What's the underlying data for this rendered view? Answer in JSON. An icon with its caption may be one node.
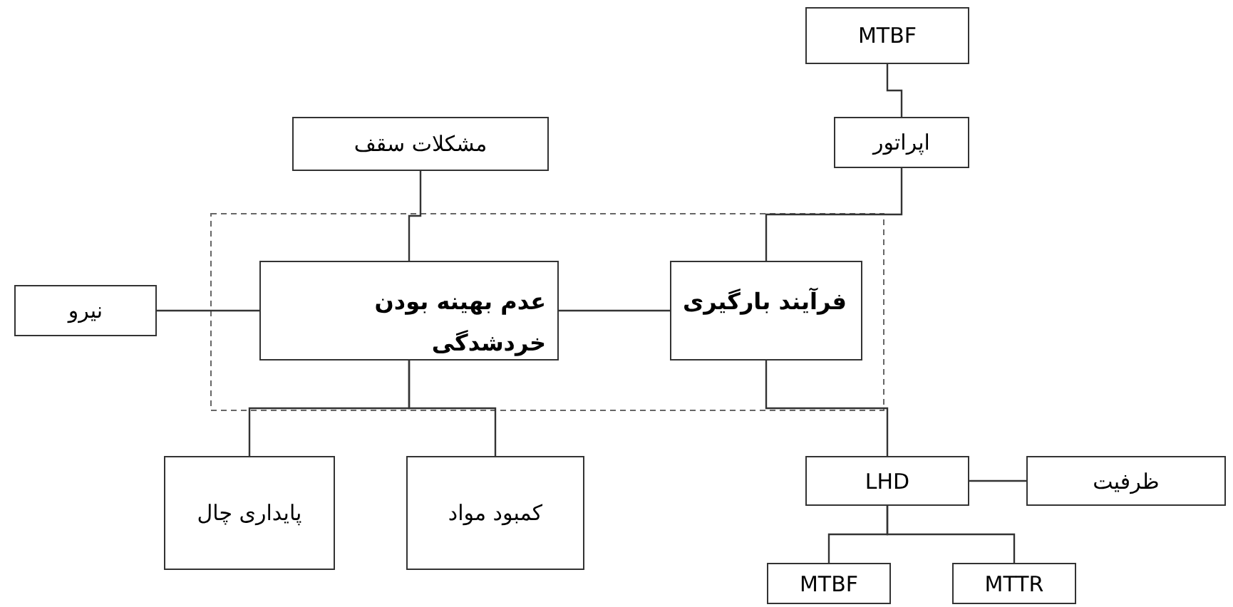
{
  "diagram": {
    "nodes": [
      {
        "text": [
          "MTBF"
        ]
      },
      {
        "text": [
          "اپراتور"
        ]
      },
      {
        "text": [
          "مشکلات سقف"
        ]
      },
      {
        "text": [
          "نیرو"
        ]
      },
      {
        "text": [
          "عدم بهینه بودن خردشدگی"
        ]
      },
      {
        "text": [
          "فرآیند بارگیری"
        ]
      },
      {
        "text": [
          "پایداری چال"
        ]
      },
      {
        "text": [
          "کمبود مواد"
        ]
      },
      {
        "text": [
          "LHD"
        ]
      },
      {
        "text": [
          "ظرفیت"
        ]
      },
      {
        "text": [
          "MTBF"
        ]
      },
      {
        "text": [
          "MTTR"
        ]
      }
    ],
    "edges": [
      {
        "from": 0,
        "to": 1,
        "arrow": "none"
      },
      {
        "from": 1,
        "to": 5,
        "arrow": "none"
      },
      {
        "from": 2,
        "to": 4,
        "arrow": "none"
      },
      {
        "from": 3,
        "to": 4,
        "arrow": "none"
      },
      {
        "from": 4,
        "to": 5,
        "arrow": "none"
      },
      {
        "from": 4,
        "to": 6,
        "arrow": "none"
      },
      {
        "from": 4,
        "to": 7,
        "arrow": "none"
      },
      {
        "from": 5,
        "to": 8,
        "arrow": "none"
      },
      {
        "from": 8,
        "to": 9,
        "arrow": "none"
      },
      {
        "from": 8,
        "to": 10,
        "arrow": "none"
      },
      {
        "from": 8,
        "to": 11,
        "arrow": "none"
      }
    ]
  }
}
